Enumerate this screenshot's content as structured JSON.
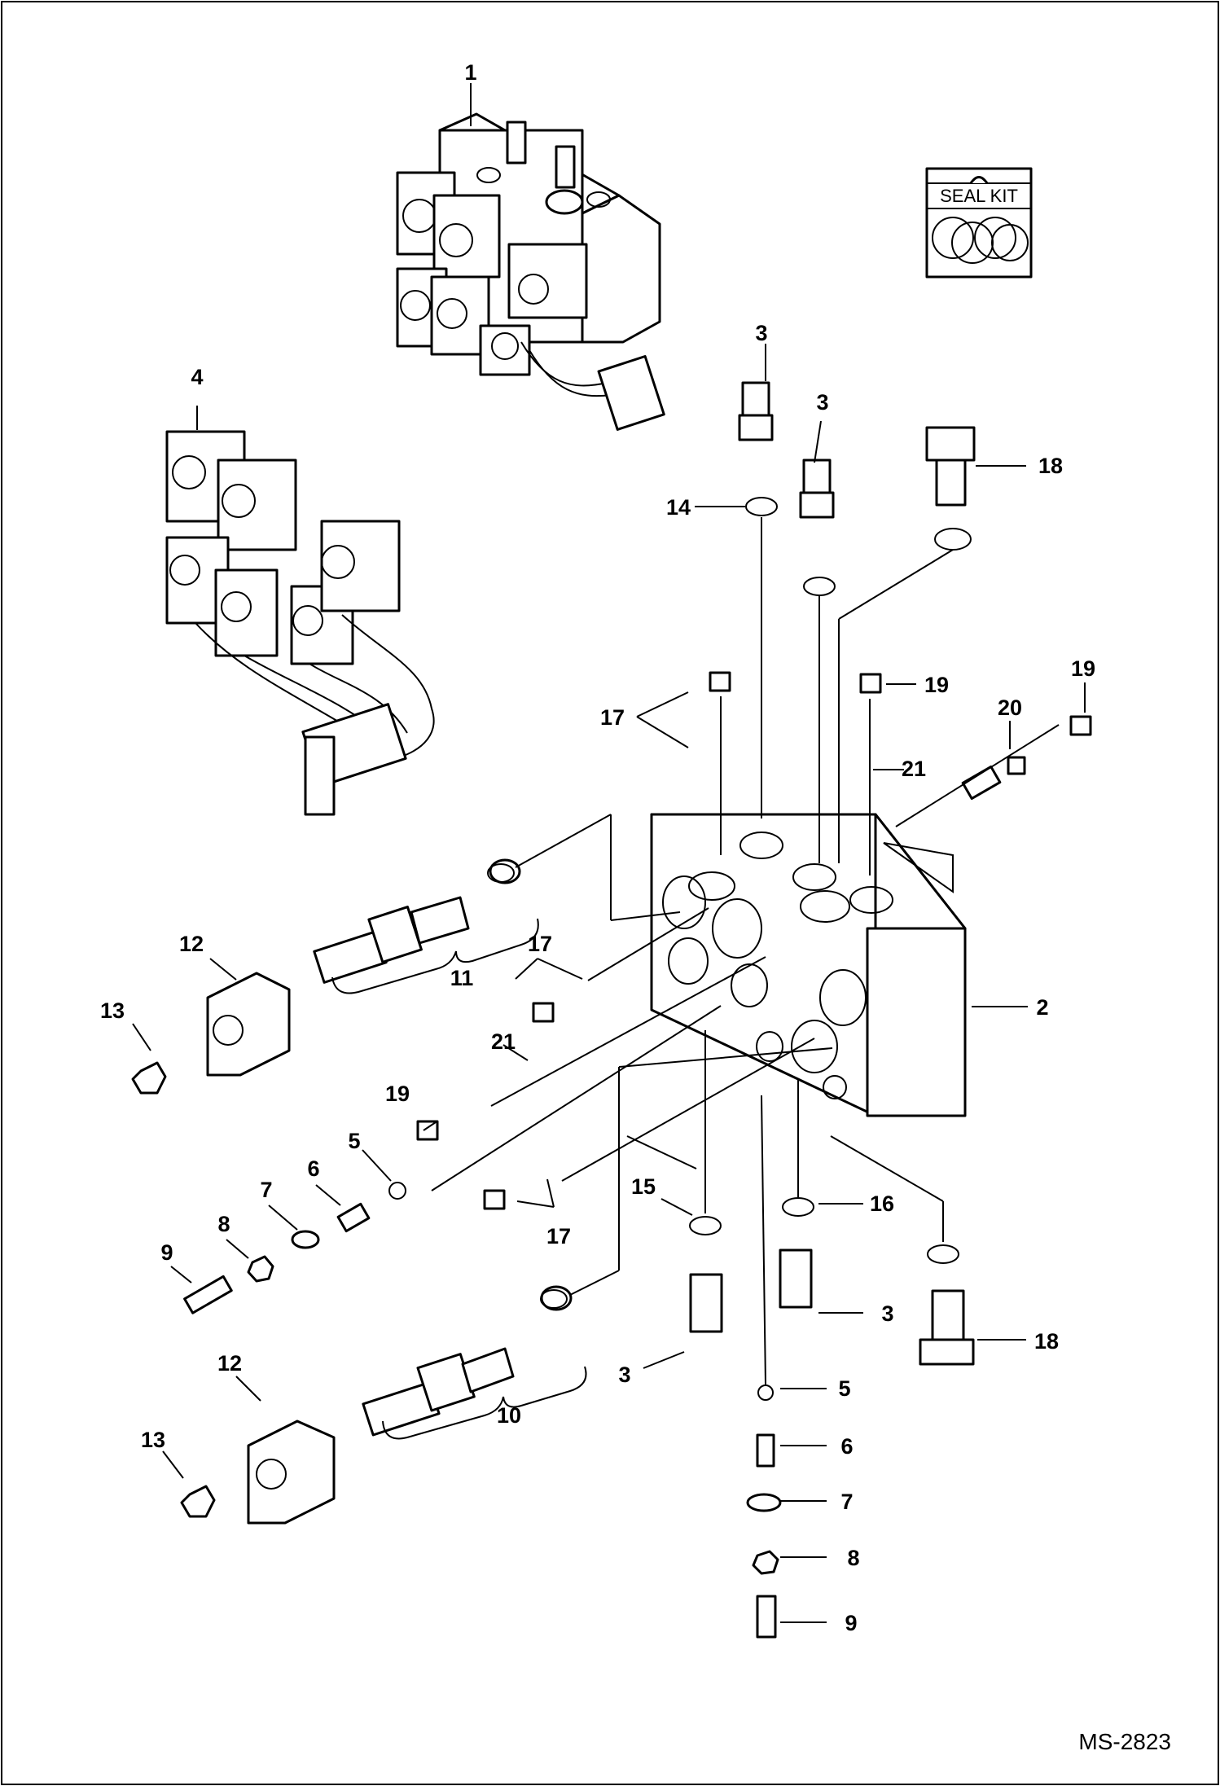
{
  "diagram_code": "MS-2823",
  "seal_kit_label": "SEAL KIT",
  "callouts": [
    {
      "id": "c1",
      "text": "1"
    },
    {
      "id": "c2",
      "text": "2"
    },
    {
      "id": "c3a",
      "text": "3"
    },
    {
      "id": "c3b",
      "text": "3"
    },
    {
      "id": "c3c",
      "text": "3"
    },
    {
      "id": "c3d",
      "text": "3"
    },
    {
      "id": "c4",
      "text": "4"
    },
    {
      "id": "c5a",
      "text": "5"
    },
    {
      "id": "c5b",
      "text": "5"
    },
    {
      "id": "c6a",
      "text": "6"
    },
    {
      "id": "c6b",
      "text": "6"
    },
    {
      "id": "c7a",
      "text": "7"
    },
    {
      "id": "c7b",
      "text": "7"
    },
    {
      "id": "c8a",
      "text": "8"
    },
    {
      "id": "c8b",
      "text": "8"
    },
    {
      "id": "c9a",
      "text": "9"
    },
    {
      "id": "c9b",
      "text": "9"
    },
    {
      "id": "c10",
      "text": "10"
    },
    {
      "id": "c11",
      "text": "11"
    },
    {
      "id": "c12a",
      "text": "12"
    },
    {
      "id": "c12b",
      "text": "12"
    },
    {
      "id": "c13a",
      "text": "13"
    },
    {
      "id": "c13b",
      "text": "13"
    },
    {
      "id": "c14",
      "text": "14"
    },
    {
      "id": "c15",
      "text": "15"
    },
    {
      "id": "c16",
      "text": "16"
    },
    {
      "id": "c17a",
      "text": "17"
    },
    {
      "id": "c17b",
      "text": "17"
    },
    {
      "id": "c17c",
      "text": "17"
    },
    {
      "id": "c18a",
      "text": "18"
    },
    {
      "id": "c18b",
      "text": "18"
    },
    {
      "id": "c19a",
      "text": "19"
    },
    {
      "id": "c19b",
      "text": "19"
    },
    {
      "id": "c19c",
      "text": "19"
    },
    {
      "id": "c20",
      "text": "20"
    },
    {
      "id": "c21a",
      "text": "21"
    },
    {
      "id": "c21b",
      "text": "21"
    }
  ]
}
